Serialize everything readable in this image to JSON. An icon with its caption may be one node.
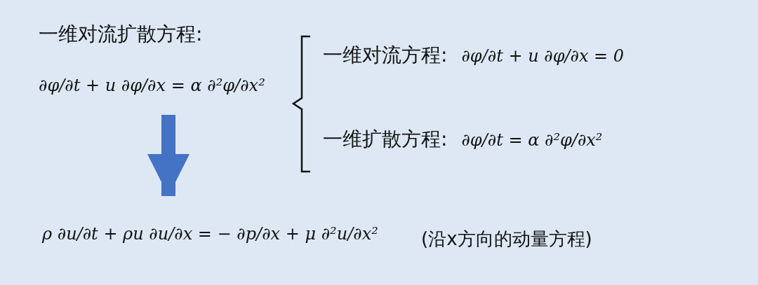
{
  "diagram": {
    "nodes": [
      {
        "text": [
          "一维对流扩散方程:",
          "∂φ/∂t + u ∂φ/∂x = α ∂²φ/∂x²"
        ]
      },
      {
        "text": [
          "ρ ∂u/∂t + ρu ∂u/∂x = − ∂p/∂x + μ ∂²u/∂x²"
        ],
        "beside": [
          "(沿x方向的动量方程)"
        ]
      },
      {
        "text": [
          "一维对流方程:",
          "∂φ/∂t + u ∂φ/∂x = 0"
        ]
      },
      {
        "text": [
          "一维扩散方程:",
          "∂φ/∂t = α ∂²φ/∂x²"
        ]
      }
    ],
    "edges": [
      {
        "from": 0,
        "to": 1,
        "arrow": "to",
        "color": "#4472c4"
      }
    ]
  }
}
